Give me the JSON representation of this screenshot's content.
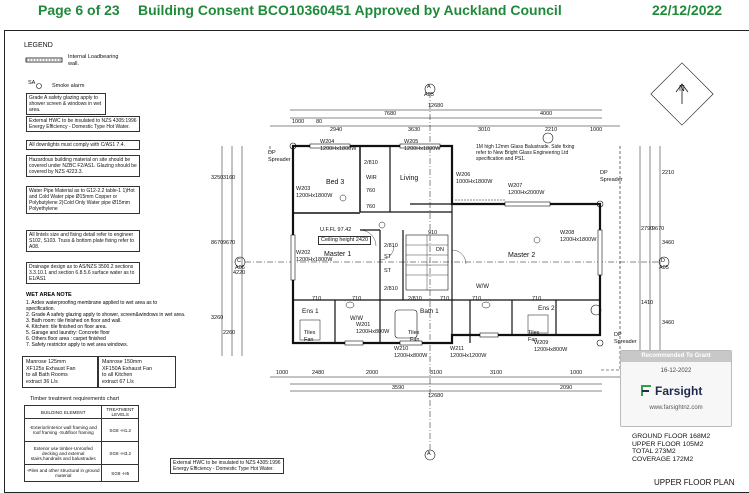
{
  "header": {
    "page": "Page 6 of 23",
    "consent": "Building Consent BCO10360451 Approved by Auckland Council",
    "date": "22/12/2022",
    "color": "#1f8a3a"
  },
  "legend": {
    "title": "LEGEND",
    "loadbearing": "Internal Loadbearing wall.",
    "smoke_symbol": "SA",
    "smoke": "Smoke alarm"
  },
  "notes": {
    "glazing": "Grade A safety glazing apply to shower screen & windows in wet area.",
    "hwc": "External HWC to be insulated to NZS 4305:1996 Energy Efficiency - Domestic Type Hot Water.",
    "downlights": "All downlights must comply with C/AS1 7.4.",
    "hazardous": "Hazardous building material on site should be covered under NZBC F2/AS1. Glazing should be covered by NZS 4223.3.",
    "water_pipe": "Water Pipe Material as to G12-2.2 table-1 1)Hot and Cold Water pipe Ø15mm Copper or Polybutylene 2)Cold Only Water pipe Ø15mm Polyethylene",
    "lintels": "All lintels size and fixing detail refer to engineer S102, S103. Truss & bottom plate fixing refer to A08.",
    "drainage": "Drainage design as to AS/NZS 3500.2 sections 3.3.10.1 and section 6.8.5.6 surface water as to E1/AS1",
    "hwc_bottom": "External HWC to be insulated to NZS 4305:1996 Energy Efficiency - Domestic Type Hot Water."
  },
  "wet_area": {
    "title": "WET AREA NOTE",
    "items": [
      "1.    Ardex waterproofing membrane applied to wet area as to specification.",
      "2.    Grade A safety glazing apply to shower, screen&windows in wet area.",
      "3.    Bath room: tile finished on floor and wall.",
      "4.    Kitchen:    tile finished on floor area.",
      "5.    Garage and laundry:  Concrete floor",
      "6.    Others floor area : carpet finished",
      "7.    Safety restrictor apply to wet area windows."
    ]
  },
  "fans": {
    "bathroom": [
      "Manrose 125mm",
      "XF125s Exhaust Fan",
      "to all Bath Rooms",
      "extract 36 L/s"
    ],
    "kitchen": [
      "Manrose 150mm",
      "XF150A Exhaust Fan",
      "to all Kitchen",
      "extract 67 L/s"
    ]
  },
  "timber": {
    "caption": "Timber treatment requirements  chart",
    "headers": [
      "BUILDING ELEMENT",
      "TREATMENT LEVELS"
    ],
    "rows": [
      [
        "-Exterior/interior wall framing and roof framing -Subfloor framing",
        "SG8 -H1.2"
      ],
      [
        "Exterior use timber-Unroofed decking and external stairs,handrails and balustrades",
        "SG8 -H3.2"
      ],
      [
        "-Piles and other structural in ground material",
        "SG8 -H5"
      ]
    ]
  },
  "rooms": {
    "bed3": "Bed 3",
    "living": "Living",
    "master1": "Master 1",
    "master2": "Master 2",
    "ens1": "Ens 1",
    "ens2": "Ens 2",
    "bath1": "Bath 1",
    "ww1": "W/W",
    "ww2": "W/W",
    "wir": "WIR",
    "dn": "DN",
    "st1": "ST",
    "st2": "ST",
    "tiles1": "Tiles",
    "tiles2": "Tiles",
    "tiles3": "Tiles",
    "fan1": "Fan",
    "fan2": "Fan",
    "fan3": "Fan",
    "ufl": "U.F.FL 97.42",
    "ceiling": "Ceiling height 2420"
  },
  "dims": {
    "top_overall": "12680",
    "top_sub1": "7680",
    "top_sub2": "4000",
    "top_a": "1000",
    "top_b": "80",
    "top_c": "2940",
    "top_d": "3630",
    "top_e": "3010",
    "top_f": "2210",
    "top_g": "1000",
    "bottom_overall": "12680",
    "bottom_a": "1000",
    "bottom_b": "2480",
    "bottom_c": "2000",
    "bottom_d": "3100",
    "bottom_e": "3100",
    "bottom_f": "1000",
    "bottom_g": "3590",
    "bottom_h": "2090",
    "left_a": "3250",
    "left_b": "3160",
    "left_c": "8670",
    "left_d": "9670",
    "left_e": "4220",
    "left_f": "3260",
    "left_g": "2260",
    "right_a": "2210",
    "right_b": "2790",
    "right_c": "9670",
    "right_d": "3460",
    "right_e": "1410",
    "right_f": "3460"
  },
  "windows": {
    "w204": "W204 1200Hx1800W",
    "w205": "W205 1200Hx1800W",
    "w203": "W203 1200Hx1800W",
    "w207": "W207 1200Hx2000W",
    "w206": "W206 1000Hx1800W",
    "w202": "W202 1200Hx1800W",
    "w208": "W208 1200Hx1800W",
    "w210": "W210 1200Hx800W",
    "w211": "W211 1200Hx1200W",
    "w209": "W209 1200Hx800W",
    "w201": "W201 1200Hx800W"
  },
  "misc": {
    "dp_spreader": "DP Spreader",
    "glass": "1M high 12mm Glass Balustrade. Side fixing refer to New Bright Glass Engineering Ltd specification and PS1.",
    "section_a": "A",
    "section_ref": "A05",
    "section_c": "C",
    "section_d": "D",
    "section_ref_c": "A06",
    "section_ref_d": "A05",
    "north": "N",
    "dim_760a": "760",
    "dim_760b": "760",
    "dim_910": "910",
    "dim_2810a": "2/810",
    "dim_2810b": "2/810",
    "dim_2810c": "2/810",
    "dim_2810d": "2/810",
    "dim_710a": "710",
    "dim_710b": "710",
    "dim_710c": "710",
    "dim_710d": "710",
    "dim_710e": "710"
  },
  "stamp": {
    "head": "Recommended To Grant",
    "date": "16-12-2022",
    "brand": "Farsight",
    "url": "www.farsightnz.com"
  },
  "areas": {
    "ground": "GROUND FLOOR 168M2",
    "upper": "UPPER FLOOR 105M2",
    "total": "TOTAL 273M2",
    "coverage": "COVERAGE 172M2"
  },
  "plan_title": "UPPER FLOOR PLAN"
}
